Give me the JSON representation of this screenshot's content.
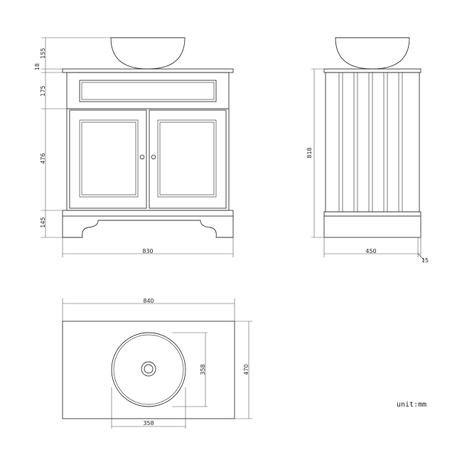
{
  "front": {
    "dims": {
      "sink_height": "155",
      "top_thickness": "18",
      "drawer_height": "175",
      "door_height": "476",
      "plinth_height": "145",
      "width": "830"
    }
  },
  "side": {
    "dims": {
      "height": "818",
      "depth": "450",
      "overhang": "15"
    }
  },
  "top": {
    "dims": {
      "width": "840",
      "depth": "470",
      "bowl_depth": "358",
      "bowl_width": "358"
    }
  },
  "unit_label": "unit:mm"
}
